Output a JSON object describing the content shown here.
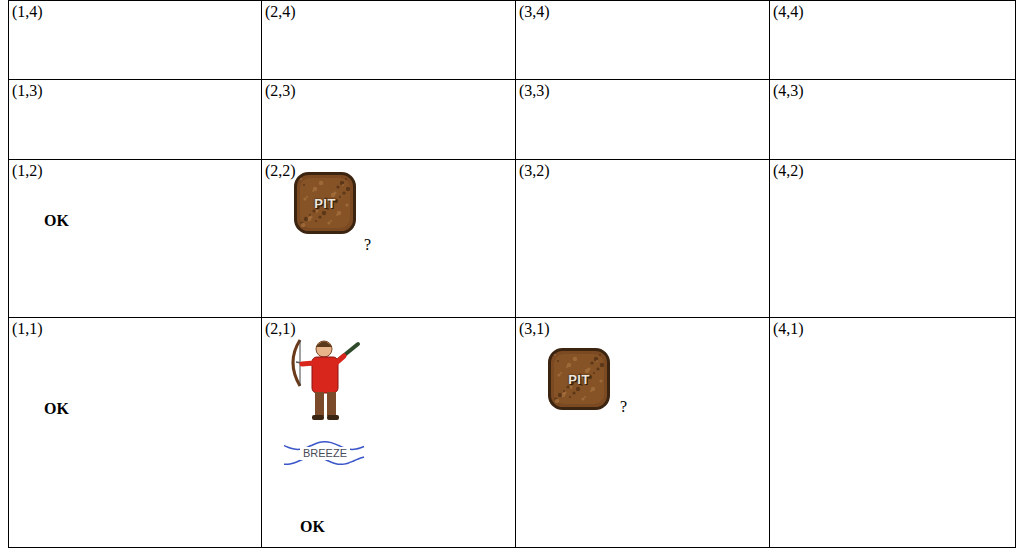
{
  "diagram": {
    "nodes": [
      {
        "text": [
          "(1,4)"
        ]
      },
      {
        "text": [
          "(2,4)"
        ]
      },
      {
        "text": [
          "(3,4)"
        ]
      },
      {
        "text": [
          "(4,4)"
        ]
      },
      {
        "text": [
          "(1,3)"
        ]
      },
      {
        "text": [
          "(2,3)"
        ]
      },
      {
        "text": [
          "(3,3)"
        ]
      },
      {
        "text": [
          "(4,3)"
        ]
      },
      {
        "text": [
          "(1,2)",
          "OK"
        ]
      },
      {
        "text": [
          "(2,2)",
          "?"
        ]
      },
      {
        "text": [
          "PIT"
        ],
        "in": 9
      },
      {
        "text": [
          "(3,2)"
        ]
      },
      {
        "text": [
          "(4,2)"
        ]
      },
      {
        "text": [
          "(1,1)",
          "OK"
        ]
      },
      {
        "text": [
          "(2,1)",
          "OK"
        ]
      },
      {
        "text": [
          "BREEZE"
        ],
        "in": 14
      },
      {
        "text": [
          "(3,1)",
          "?"
        ]
      },
      {
        "text": [
          "PIT"
        ],
        "in": 16
      },
      {
        "text": [
          "(4,1)"
        ]
      }
    ]
  }
}
